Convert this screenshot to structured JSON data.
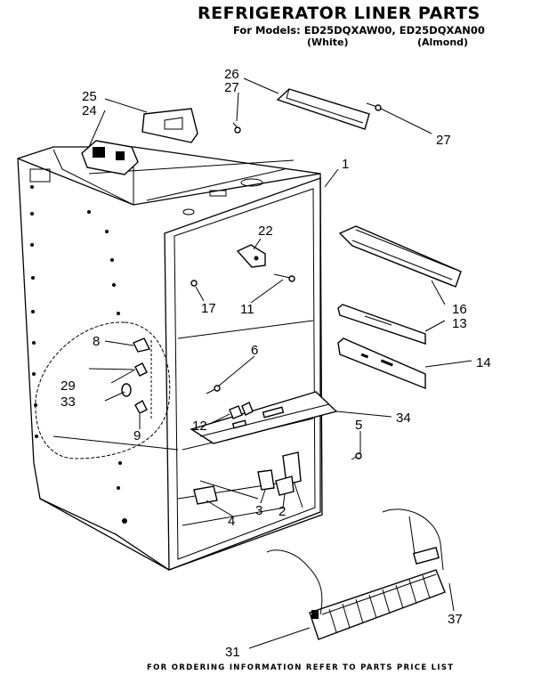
{
  "header": {
    "title": "REFRIGERATOR LINER PARTS",
    "models_line": "For Models: ED25DQXAW00, ED25DQXAN00",
    "variant_white": "(White)",
    "variant_almond": "(Almond)"
  },
  "callouts": {
    "c26": "26",
    "c27a": "27",
    "c27b": "27",
    "c25": "25",
    "c24": "24",
    "c1": "1",
    "c22": "22",
    "c16": "16",
    "c13": "13",
    "c14": "14",
    "c17": "17",
    "c11": "11",
    "c6": "6",
    "c8": "8",
    "c29": "29",
    "c33": "33",
    "c9": "9",
    "c12": "12",
    "c34": "34",
    "c5": "5",
    "c4": "4",
    "c3": "3",
    "c2": "2",
    "c37": "37",
    "c31": "31"
  },
  "footer": {
    "text": "FOR ORDERING INFORMATION REFER TO PARTS PRICE LIST"
  }
}
